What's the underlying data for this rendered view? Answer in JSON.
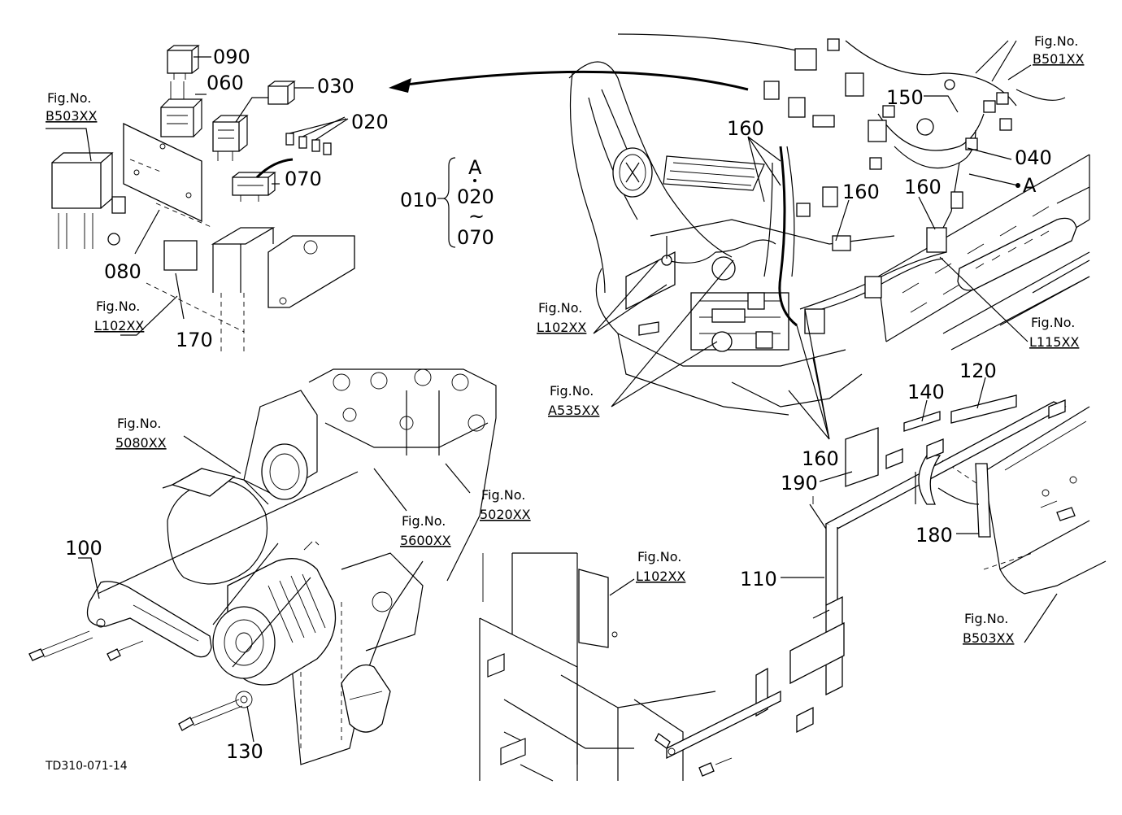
{
  "callouts": {
    "c090": "090",
    "c060": "060",
    "c030": "030",
    "c020": "020",
    "c070": "070",
    "c080": "080",
    "c170": "170",
    "c010": "010",
    "c100": "100",
    "c130": "130",
    "c150": "150",
    "c160a": "160",
    "c160b": "160",
    "c160c": "160",
    "c160d": "160",
    "c040": "040",
    "c120": "120",
    "c140": "140",
    "c190": "190",
    "c180": "180",
    "c110": "110"
  },
  "range": {
    "top": "A",
    "mid": "020",
    "tilde": "~",
    "bottom": "070"
  },
  "marker_a": "A",
  "fig_prefix": "Fig.No.",
  "figs": {
    "b503_top": "B503XX",
    "l102_left": "L102XX",
    "b501": "B501XX",
    "l102_mid": "L102XX",
    "l115": "L115XX",
    "a535": "A535XX",
    "f5080": "5080XX",
    "f5600": "5600XX",
    "f5020": "5020XX",
    "l102_bottom": "L102XX",
    "b503_bottom": "B503XX"
  },
  "footer_code": "TD310-071-14"
}
